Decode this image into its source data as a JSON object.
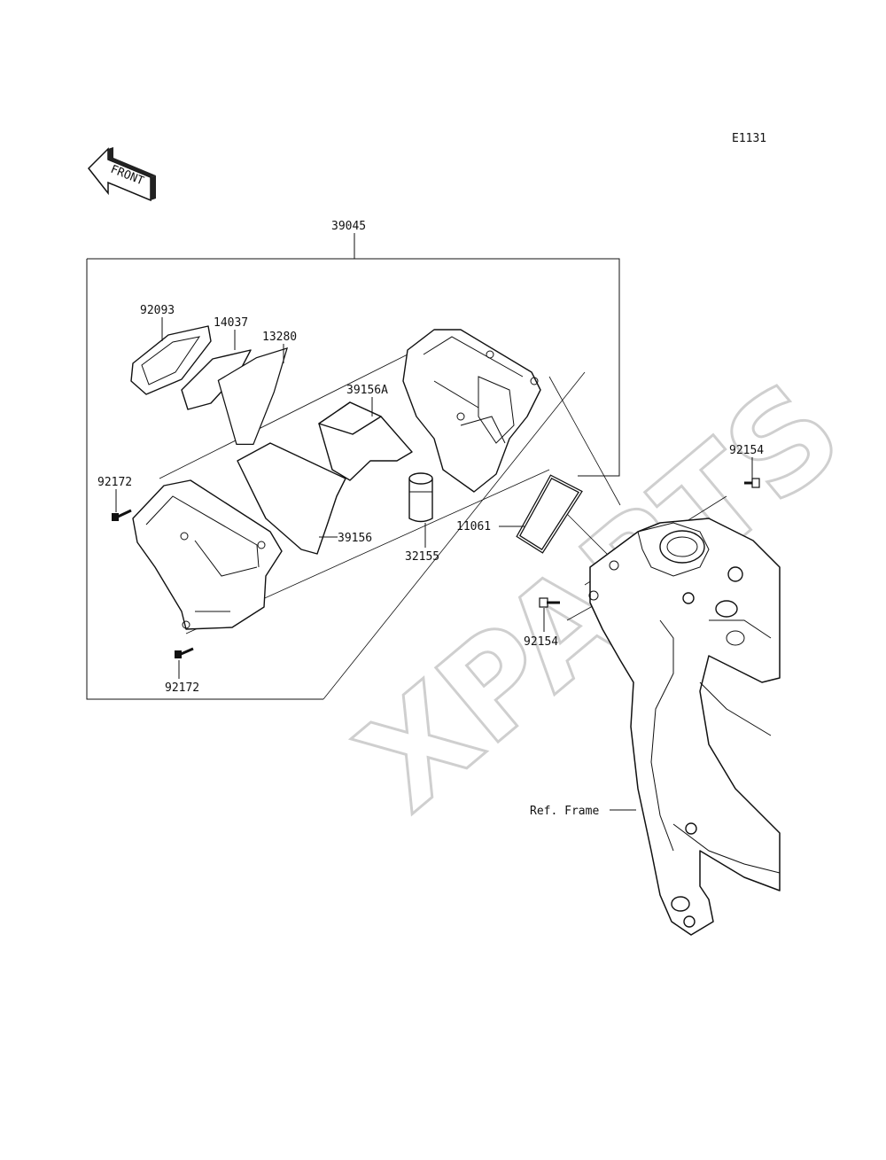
{
  "diagram_code": "E1131",
  "front_label": "FRONT",
  "watermark": "XPARTS",
  "parts": {
    "assembly": "39045",
    "p92093": "92093",
    "p14037": "14037",
    "p13280": "13280",
    "p39156A": "39156A",
    "p39156": "39156",
    "p32155": "32155",
    "p11061": "11061",
    "p92172_top": "92172",
    "p92172_bottom": "92172",
    "p92154_right": "92154",
    "p92154_left": "92154",
    "ref_frame": "Ref. Frame"
  }
}
